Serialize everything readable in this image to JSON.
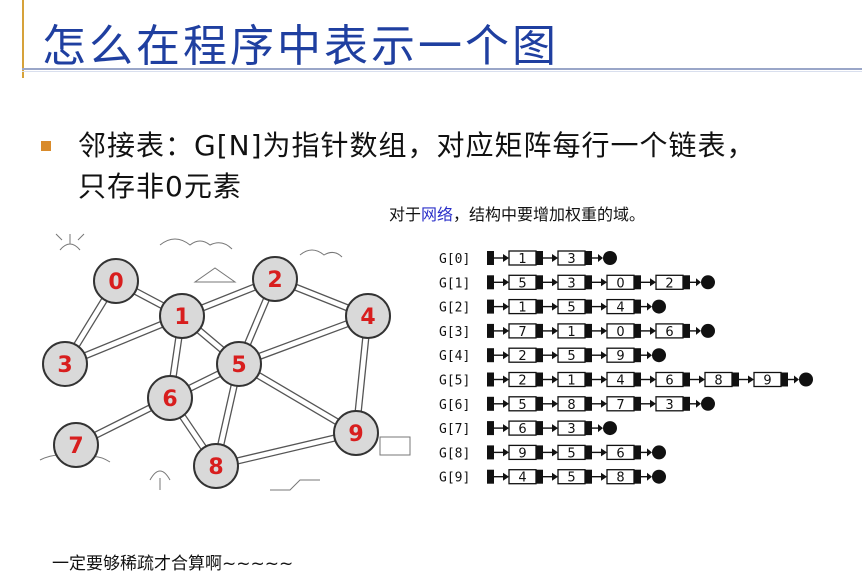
{
  "title": "怎么在程序中表示一个图",
  "bullet": {
    "line1": "邻接表：G[N]为指针数组，对应矩阵每行一个链表，",
    "line2": "只存非0元素"
  },
  "note": {
    "prefix": "对于",
    "highlight": "网络",
    "suffix": "，结构中要增加权重的域。"
  },
  "footer": "一定要够稀疏才合算啊~~~~~",
  "graph": {
    "nodes": [
      "0",
      "1",
      "2",
      "3",
      "4",
      "5",
      "6",
      "7",
      "8",
      "9"
    ],
    "edges": [
      [
        "0",
        "1"
      ],
      [
        "0",
        "3"
      ],
      [
        "1",
        "2"
      ],
      [
        "1",
        "3"
      ],
      [
        "1",
        "5"
      ],
      [
        "1",
        "6"
      ],
      [
        "2",
        "4"
      ],
      [
        "2",
        "5"
      ],
      [
        "4",
        "5"
      ],
      [
        "4",
        "9"
      ],
      [
        "5",
        "6"
      ],
      [
        "5",
        "8"
      ],
      [
        "5",
        "9"
      ],
      [
        "6",
        "7"
      ],
      [
        "6",
        "8"
      ],
      [
        "8",
        "9"
      ]
    ]
  },
  "adjacency": [
    {
      "label": "G[0]",
      "items": [
        "1",
        "3"
      ]
    },
    {
      "label": "G[1]",
      "items": [
        "5",
        "3",
        "0",
        "2"
      ]
    },
    {
      "label": "G[2]",
      "items": [
        "1",
        "5",
        "4"
      ]
    },
    {
      "label": "G[3]",
      "items": [
        "7",
        "1",
        "0",
        "6"
      ]
    },
    {
      "label": "G[4]",
      "items": [
        "2",
        "5",
        "9"
      ]
    },
    {
      "label": "G[5]",
      "items": [
        "2",
        "1",
        "4",
        "6",
        "8",
        "9"
      ]
    },
    {
      "label": "G[6]",
      "items": [
        "5",
        "8",
        "7",
        "3"
      ]
    },
    {
      "label": "G[7]",
      "items": [
        "6",
        "3"
      ]
    },
    {
      "label": "G[8]",
      "items": [
        "9",
        "5",
        "6"
      ]
    },
    {
      "label": "G[9]",
      "items": [
        "4",
        "5",
        "8"
      ]
    }
  ],
  "colors": {
    "title": "#1f3fa0",
    "bullet": "#d98b2b",
    "node_fill": "#d9d9d9",
    "node_label": "#d81e1e",
    "highlight": "#2a2fc9"
  }
}
